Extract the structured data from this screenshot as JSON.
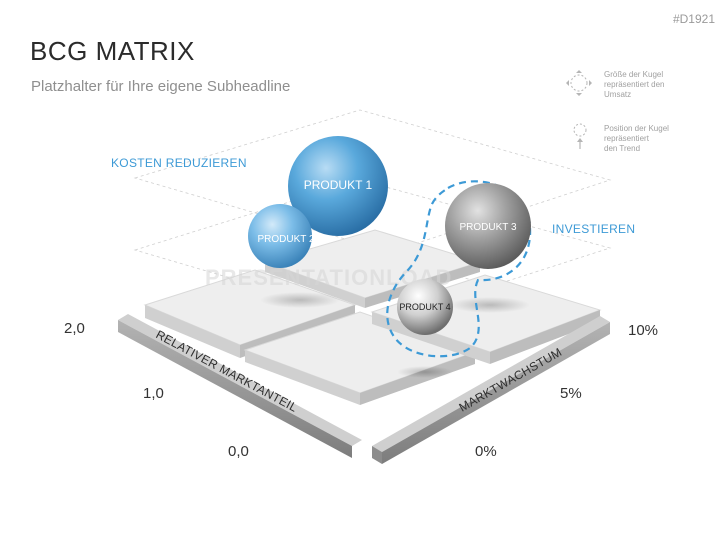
{
  "slide_id": "#D1921",
  "title": "BCG MATRIX",
  "subtitle": "Platzhalter für Ihre eigene Subheadline",
  "legend": {
    "size_text": "Größe der Kugel\nrepräsentiert den\nUmsatz",
    "position_text": "Position der Kugel\nrepräsentiert\nden Trend",
    "size_icon": "bubble-size-icon",
    "position_icon": "bubble-trend-icon"
  },
  "quadrant_labels": {
    "top_left": "KOSTEN REDUZIEREN",
    "top_right": "INVESTIEREN"
  },
  "axes": {
    "left_label": "RELATIVER MARKTANTEIL",
    "right_label": "MARKTWACHSTUM",
    "left_ticks": [
      "2,0",
      "1,0",
      "0,0"
    ],
    "right_ticks": [
      "10%",
      "5%",
      "0%"
    ]
  },
  "bubbles": [
    {
      "label": "PRODUKT 1",
      "color": "blue"
    },
    {
      "label": "PRODUKT 2",
      "color": "blue"
    },
    {
      "label": "PRODUKT 3",
      "color": "gray"
    },
    {
      "label": "PRODUKT 4",
      "color": "silver"
    }
  ],
  "colors": {
    "accent": "#3d9ad6",
    "highlight_dash": "#3d9ad6",
    "tile": "#ececec"
  },
  "watermark": "PRESENTATIONLOAD"
}
